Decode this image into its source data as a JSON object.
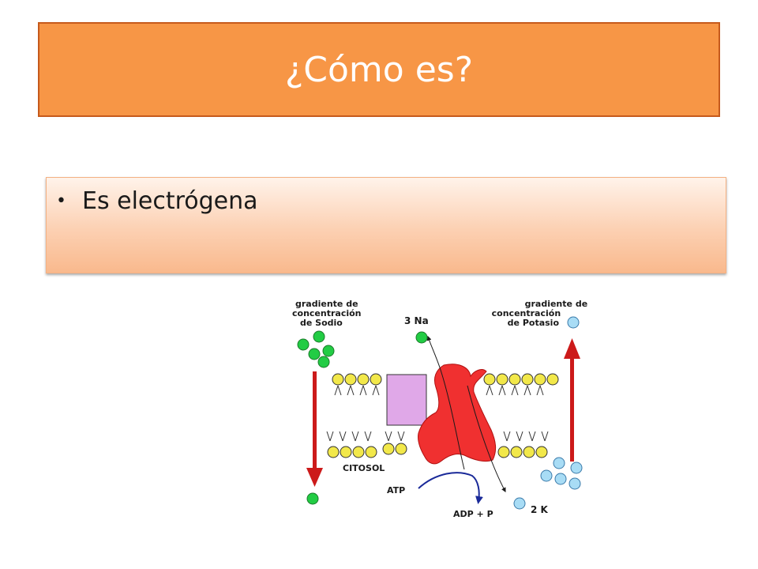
{
  "slide": {
    "title": "¿Cómo es?",
    "bullets": [
      "Es electrógena"
    ]
  },
  "diagram": {
    "sodium_gradient_label": [
      "gradiente de",
      "concentración",
      "de Sodio"
    ],
    "potassium_gradient_label": [
      "gradiente de",
      "concentración",
      "de Potasio"
    ],
    "sodium_label": "3 Na",
    "potassium_label": "2 K",
    "cytosol_label": "CITOSOL",
    "atp_label": "ATP",
    "adp_label": "ADP + P",
    "colors": {
      "sodium": "#22cc44",
      "potassium": "#a8dcf5",
      "lipid_head": "#f2e84a",
      "pump": "#f03030",
      "channel": "#e0a8e8",
      "gradient_arrow": "#cc1a1a",
      "atp_arrow": "#1a2a99"
    }
  }
}
